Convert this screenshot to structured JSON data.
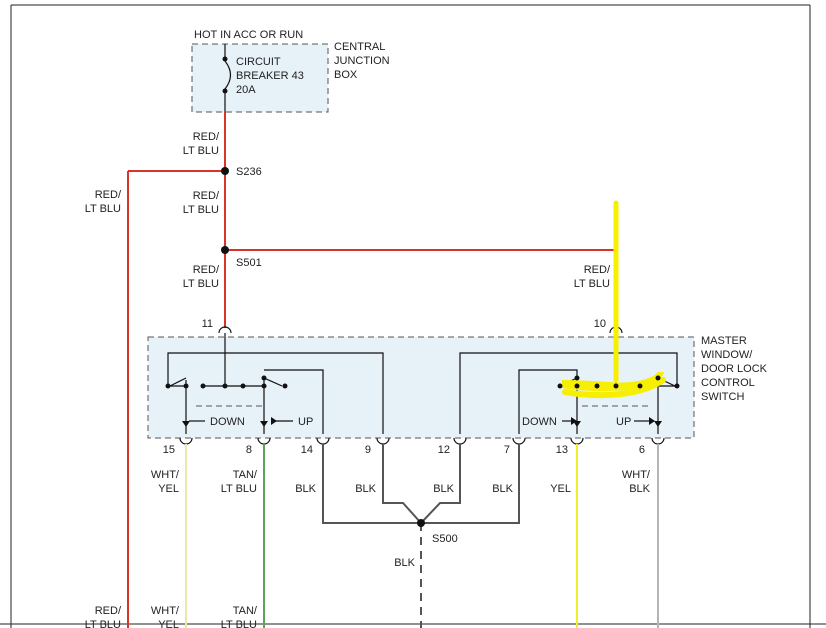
{
  "fuse": {
    "hot_label": "HOT IN ACC OR RUN",
    "cb_line1": "CIRCUIT",
    "cb_line2": "BREAKER 43",
    "cb_line3": "20A",
    "box_line1": "CENTRAL",
    "box_line2": "JUNCTION",
    "box_line3": "BOX"
  },
  "splices": {
    "s236": "S236",
    "s501": "S501",
    "s500": "S500"
  },
  "switch": {
    "line1": "MASTER",
    "line2": "WINDOW/",
    "line3": "DOOR LOCK",
    "line4": "CONTROL",
    "line5": "SWITCH",
    "down_left": "DOWN",
    "up_left": "UP",
    "down_right": "DOWN",
    "up_right": "UP"
  },
  "pins": {
    "p11": "11",
    "p10": "10",
    "p15": "15",
    "p8": "8",
    "p14": "14",
    "p9": "9",
    "p12": "12",
    "p7": "7",
    "p13": "13",
    "p6": "6"
  },
  "wires": {
    "red_a": "RED/",
    "red_b": "LT BLU",
    "wht_yel_a": "WHT/",
    "wht_yel_b": "YEL",
    "tan_a": "TAN/",
    "tan_b": "LT BLU",
    "blk": "BLK",
    "yel": "YEL",
    "wht_blk_a": "WHT/",
    "wht_blk_b": "BLK"
  },
  "colors": {
    "red": "#d9342b",
    "green": "#5aa55a",
    "yellow": "#f2ef2a",
    "highlight": "#f6f000",
    "blk_wire": "#555555",
    "pale_yellow": "#ece9a4",
    "grey": "#b5b5b5",
    "box_fill": "#e6f1f8"
  }
}
